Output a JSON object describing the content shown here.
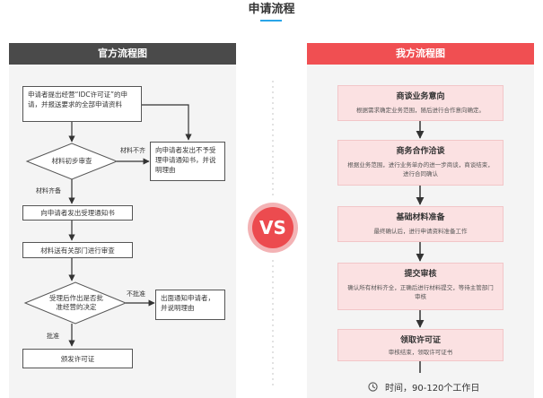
{
  "page": {
    "title": "申请流程"
  },
  "left": {
    "header": "官方流程图",
    "box1": "申请者提出经营“IDC许可证”的申请，并报送要求的全部申请资料",
    "diamond1": "材料初步审查",
    "label_buqi": "材料不齐",
    "box_side1": "向申请者发出不予受理申请通知书，并说明理由",
    "label_qibei": "材料齐备",
    "box2": "向申请者发出受理通知书",
    "box3": "材料送有关部门进行审查",
    "diamond2": "受理后作出是否批准经营的决定",
    "label_bupizhun": "不批准",
    "box_side2": "出面通知申请者，并说明理由",
    "label_pizhun": "批准",
    "box4": "颁发许可证"
  },
  "vs": {
    "text": "VS"
  },
  "right": {
    "header": "我方流程图",
    "steps": [
      {
        "title": "商谈业务意向",
        "desc": "根据需求确定业务范围，随后进行合作意向确定。"
      },
      {
        "title": "商务合作洽谈",
        "desc": "根据业务范围，进行业务单办的进一步商谈，商谈结束，进行合同确认"
      },
      {
        "title": "基础材料准备",
        "desc": "最终确认后，进行申请资料准备工作"
      },
      {
        "title": "提交审核",
        "desc": "确认所有材料齐全，正确后进行材料提交，等待主管部门审核"
      },
      {
        "title": "领取许可证",
        "desc": "审核结束，领取许可证书"
      }
    ],
    "time_text": "时间，90-120个工作日"
  }
}
